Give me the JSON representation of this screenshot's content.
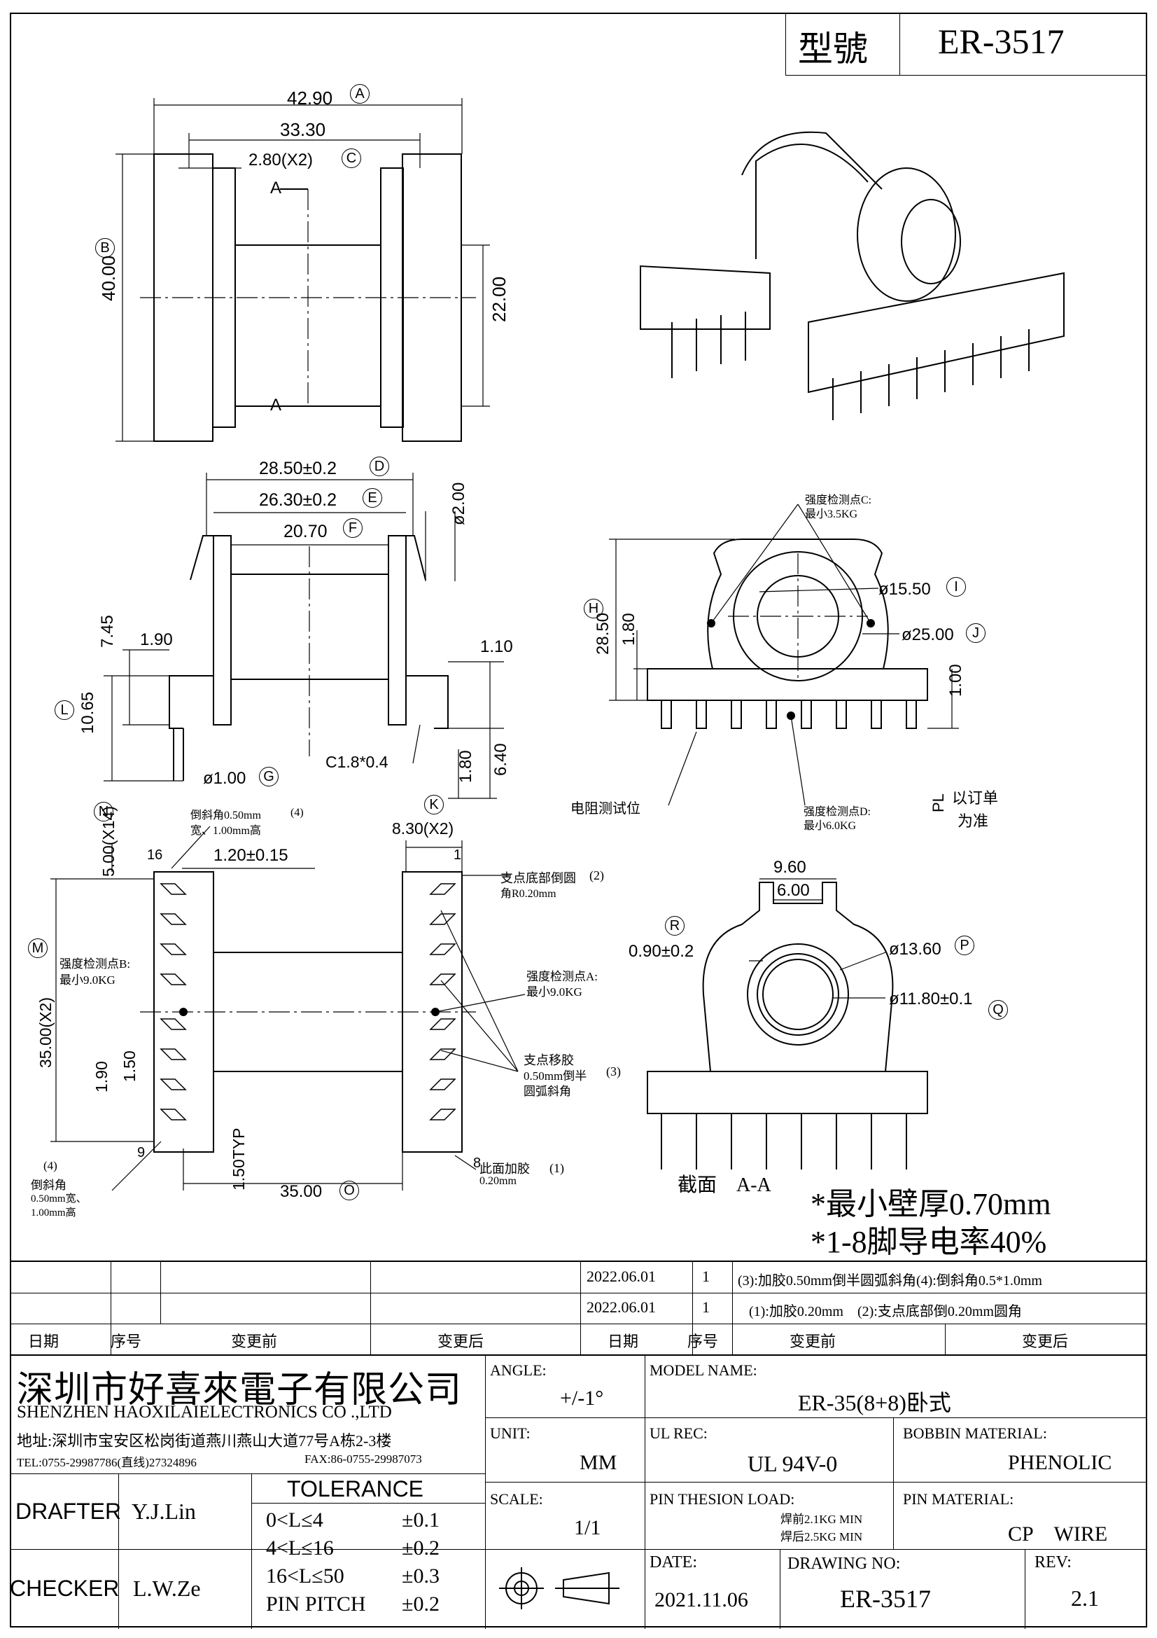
{
  "header": {
    "model_label": "型號",
    "model": "ER-3517"
  },
  "top_view": {
    "dim_a": "42.90",
    "tag_a": "A",
    "dim_33": "33.30",
    "dim_c": "2.80(X2)",
    "tag_c": "C",
    "dim_b": "40.00",
    "tag_b": "B",
    "dim_22": "22.00",
    "section_label": "A"
  },
  "side_view": {
    "dim_d": "28.50±0.2",
    "tag_d": "D",
    "dim_e": "26.30±0.2",
    "tag_e": "E",
    "dim_f": "20.70",
    "tag_f": "F",
    "dim_dia2": "ø2.00",
    "dim_745": "7.45",
    "dim_190": "1.90",
    "dim_110": "1.10",
    "dim_l": "10.65",
    "tag_l": "L",
    "dim_640": "6.40",
    "dim_180": "1.80",
    "chamfer": "C1.8*0.4",
    "dim_g": "ø1.00",
    "tag_g": "G"
  },
  "front_view": {
    "note_c": "强度检测点C:",
    "note_c2": "最小3.5KG",
    "dim_i": "ø15.50",
    "tag_i": "I",
    "dim_j": "ø25.00",
    "tag_j": "J",
    "dim_h": "28.50",
    "tag_h": "H",
    "dim_180": "1.80",
    "dim_100": "1.00",
    "resistance": "电阻测试位",
    "note_d": "强度检测点D:",
    "note_d2": "最小6.0KG",
    "pl": "PL",
    "pl_note1": "以订单",
    "pl_note2": "为准"
  },
  "bottom_view": {
    "dim_n": "5.00(X14)",
    "tag_n": "N",
    "chamfer_note1": "倒斜角0.50mm",
    "chamfer_note_num": "(4)",
    "chamfer_note2": "宽、1.00mm高",
    "pin16": "16",
    "pin9": "9",
    "pin1": "1",
    "pin8": "8",
    "dim_120": "1.20±0.15",
    "dim_k": "8.30(X2)",
    "tag_k": "K",
    "dim_m": "35.00(X2)",
    "tag_m": "M",
    "note_b1": "强度检测点B:",
    "note_b2": "最小9.0KG",
    "note_a1": "强度检测点A:",
    "note_a2": "最小9.0KG",
    "note2_1": "支点底部倒圆",
    "note2_num": "(2)",
    "note2_2": "角R0.20mm",
    "note3_1": "支点移胶",
    "note3_2": "0.50mm倒半",
    "note3_num": "(3)",
    "note3_3": "圆弧斜角",
    "note1_1": "此面加胶",
    "note1_num": "(1)",
    "note1_2": "0.20mm",
    "dim_190": "1.90",
    "dim_150": "1.50",
    "dim_150typ": "1.50TYP",
    "dim_o": "35.00",
    "tag_o": "O",
    "left_note_num": "(4)",
    "left_note1": "倒斜角",
    "left_note2": "0.50mm宽、",
    "left_note3": "1.00mm高"
  },
  "section_view": {
    "dim_960": "9.60",
    "dim_600": "6.00",
    "dim_r": "0.90±0.2",
    "tag_r": "R",
    "dim_p": "ø13.60",
    "tag_p": "P",
    "dim_q": "ø11.80±0.1",
    "tag_q": "Q",
    "caption": "截面　A-A"
  },
  "notes": {
    "wall": "*最小壁厚0.70mm",
    "conductivity": "*1-8脚导电率40%"
  },
  "revisions": [
    {
      "date": "2022.06.01",
      "seq": "1",
      "desc": "(3):加胶0.50mm倒半圆弧斜角(4):倒斜角0.5*1.0mm"
    },
    {
      "date": "2022.06.01",
      "seq": "1",
      "desc": "(1):加胶0.20mm　(2):支点底部倒0.20mm圆角"
    }
  ],
  "rev_header": {
    "date": "日期",
    "seq": "序号",
    "before": "变更前",
    "after": "变更后",
    "date2": "日期",
    "seq2": "序号",
    "before2": "变更前",
    "after2": "变更后"
  },
  "company": {
    "name_cn": "深圳市好喜來電子有限公司",
    "name_en": "SHENZHEN HAOXILAIELECTRONICS CO .,LTD",
    "address": "地址:深圳市宝安区松岗街道燕川燕山大道77号A栋2-3楼",
    "tel": "TEL:0755-29987786(直线)27324896",
    "fax": "FAX:86-0755-29987073"
  },
  "title_block": {
    "angle_label": "ANGLE:",
    "angle": "+/-1°",
    "model_name_label": "MODEL NAME:",
    "model_name": "ER-35(8+8)卧式",
    "unit_label": "UNIT:",
    "unit": "MM",
    "ul_label": "UL REC:",
    "ul": "UL 94V-0",
    "bobbin_label": "BOBBIN MATERIAL:",
    "bobbin": "PHENOLIC",
    "scale_label": "SCALE:",
    "scale": "1/1",
    "pin_load_label": "PIN THESION LOAD:",
    "pin_load1": "焊前2.1KG MIN",
    "pin_load2": "焊后2.5KG MIN",
    "pin_mat_label": "PIN MATERIAL:",
    "pin_mat": "CP　WIRE",
    "date_label": "DATE:",
    "date": "2021.11.06",
    "drawing_label": "DRAWING NO:",
    "drawing": "ER-3517",
    "rev_label": "REV:",
    "rev": "2.1",
    "drafter_label": "DRAFTER",
    "drafter": "Y.J.Lin",
    "checker_label": "CHECKER",
    "checker": "L.W.Ze",
    "tol_title": "TOLERANCE",
    "tol": [
      {
        "range": "0<L≤4",
        "value": "±0.1"
      },
      {
        "range": "4<L≤16",
        "value": "±0.2"
      },
      {
        "range": "16<L≤50",
        "value": "±0.3"
      },
      {
        "range": "PIN PITCH",
        "value": "±0.2"
      }
    ]
  }
}
